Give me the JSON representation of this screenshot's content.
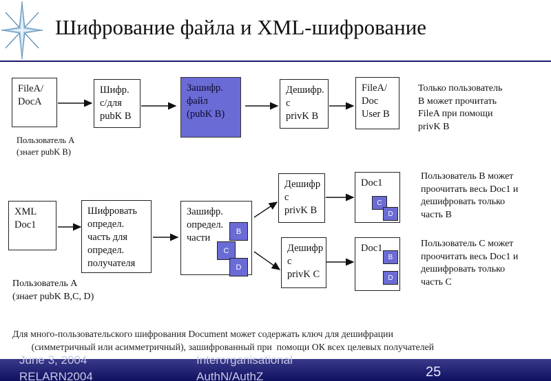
{
  "slide": {
    "title": "Шифрование файла и XML-шифрование",
    "page_number": "25",
    "footer_left_1": "June 3, 2004",
    "footer_left_2": "RELARN2004",
    "footer_mid_1": "Interorganisational",
    "footer_mid_2": "AuthN/AuthZ"
  },
  "row1": {
    "boxes": [
      {
        "text": "FileA/\nDocA"
      },
      {
        "text": "Шифр.\nс/для\npubK B"
      },
      {
        "text": "Зашифр.\nфайл\n(pubK B)"
      },
      {
        "text": "Дешифр.\nс\nprivK B"
      },
      {
        "text": "FileA/\nDoc\nUser B"
      }
    ],
    "note_right": "Только пользователь\nB может прочитать\nFileA при помощи\nprivK B",
    "note_left": "Пользователь A\n(знает pubK B)"
  },
  "row2": {
    "xml_box": "XML\nDoc1",
    "encrypt_box": "Шифровать\nопредел.\nчасть для\nопредел.\nполучателя",
    "enc_parts_box": "Зашифр.\nопредел.\nчасти",
    "decrypt_b_box": "Дешифр\nс\nprivK B",
    "decrypt_c_box": "Дешифр\nс\nprivK C",
    "doc_b_label": "Doc1",
    "doc_c_label": "Doc1",
    "note_b": "Пользователь B может\nпроочитать весь Doc1 и\nдешифровать только\nчасть B",
    "note_c": "Пользователь C может\nпроочитать весь Doc1 и\nдешифровать только\nчасть C",
    "note_left": "Пользователь A\n(знает pubK B,C, D)",
    "tiles": {
      "b": "B",
      "c": "C",
      "d": "D"
    }
  },
  "bottom_note": "Для много-пользовательского шифрования Document может содержать ключ для дешифрации\n        (симметричный или асимметричный), зашифрованный при  помощи ОК всех целевых получателей",
  "colors": {
    "encrypted": "#6b6bd6",
    "footer": "#1a1a6e",
    "rule": "#1a1a6e"
  }
}
